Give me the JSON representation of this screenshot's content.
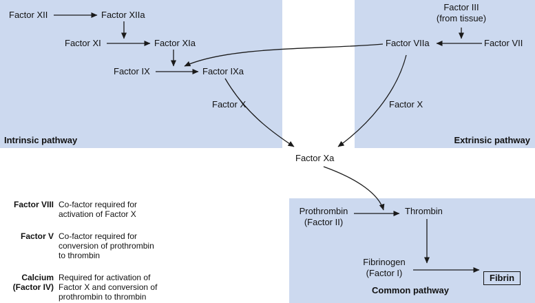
{
  "diagram": {
    "pathway_labels": {
      "intrinsic": "Intrinsic pathway",
      "extrinsic": "Extrinsic pathway",
      "common": "Common pathway"
    },
    "nodes": {
      "factor_xii": "Factor XII",
      "factor_xiia": "Factor XIIa",
      "factor_xi": "Factor XI",
      "factor_xia": "Factor XIa",
      "factor_ix": "Factor IX",
      "factor_ixa": "Factor IXa",
      "factor_x_intrinsic": "Factor X",
      "factor_x_extrinsic": "Factor X",
      "factor_iii": "Factor III\n(from tissue)",
      "factor_vii": "Factor VII",
      "factor_viia": "Factor VIIa",
      "factor_xa": "Factor Xa",
      "prothrombin": "Prothrombin\n(Factor II)",
      "thrombin": "Thrombin",
      "fibrinogen": "Fibrinogen\n(Factor I)",
      "fibrin": "Fibrin"
    },
    "legend": [
      {
        "term": "Factor VIII",
        "definition": "Co-factor required for\nactivation of Factor X"
      },
      {
        "term": "Factor V",
        "definition": "Co-factor required for\nconversion of prothrombin\nto thrombin"
      },
      {
        "term": "Calcium\n(Factor IV)",
        "definition": "Required for activation of\nFactor X and conversion of\nprothrombin to thrombin"
      }
    ],
    "colors": {
      "panel": "#ccd9ef",
      "line": "#1a1a1a",
      "text": "#111111"
    }
  }
}
